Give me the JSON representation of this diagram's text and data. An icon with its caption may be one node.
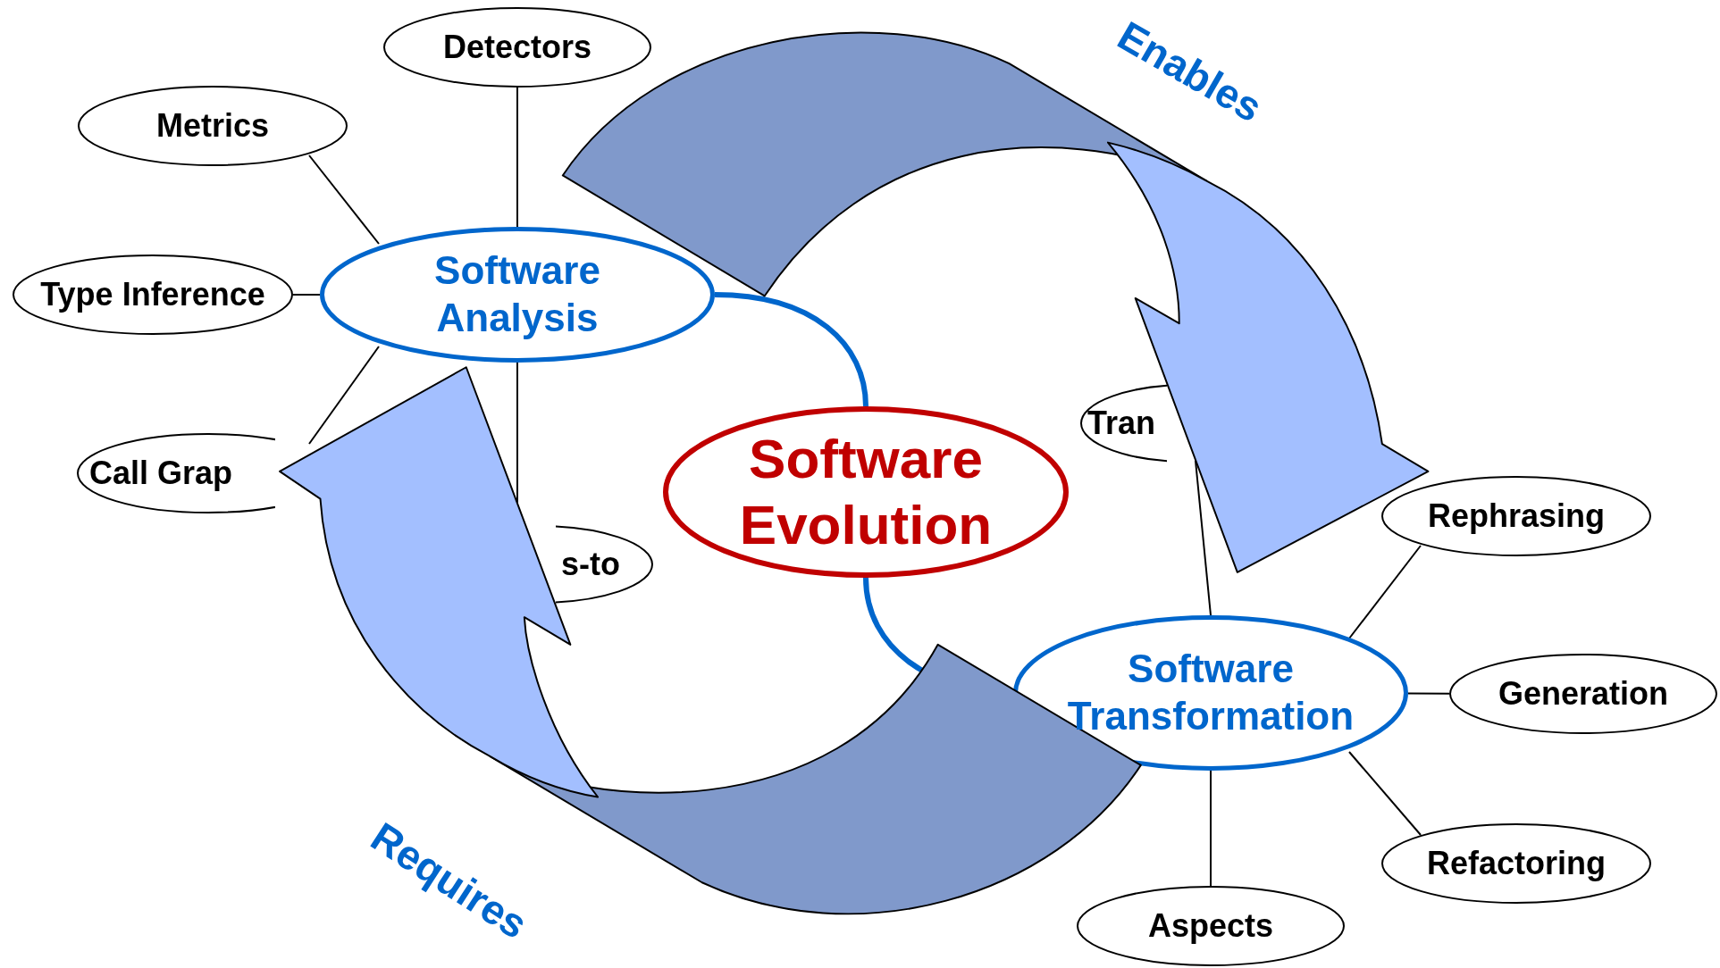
{
  "diagram": {
    "nodes": [
      {
        "text": [
          "Detectors"
        ]
      },
      {
        "text": [
          "Metrics"
        ]
      },
      {
        "text": [
          "Software Analysis"
        ]
      },
      {
        "text": [
          "Type Inference"
        ]
      },
      {
        "text": [
          "Call Grap"
        ]
      },
      {
        "text": [
          "s-to"
        ]
      },
      {
        "text": [
          "Software Evolution"
        ]
      },
      {
        "text": [
          "Tran"
        ]
      },
      {
        "text": [
          "Rephrasing"
        ]
      },
      {
        "text": [
          "Software Transformation"
        ]
      },
      {
        "text": [
          "Generation"
        ]
      },
      {
        "text": [
          "Refactoring"
        ]
      },
      {
        "text": [
          "Aspects"
        ]
      }
    ],
    "edges": [
      {
        "from": 2,
        "to": 0,
        "arrow": "none"
      },
      {
        "from": 2,
        "to": 1,
        "arrow": "none"
      },
      {
        "from": 2,
        "to": 3,
        "arrow": "none"
      },
      {
        "from": 2,
        "to": 4,
        "arrow": "none"
      },
      {
        "from": 2,
        "to": 5,
        "arrow": "none"
      },
      {
        "from": 2,
        "to": 6,
        "arrow": "none",
        "style": "thick",
        "color": "#0066cc"
      },
      {
        "from": 6,
        "to": 9,
        "arrow": "none",
        "style": "thick",
        "color": "#0066cc"
      },
      {
        "from": 9,
        "to": 7,
        "arrow": "none"
      },
      {
        "from": 9,
        "to": 8,
        "arrow": "none"
      },
      {
        "from": 9,
        "to": 10,
        "arrow": "none"
      },
      {
        "from": 9,
        "to": 11,
        "arrow": "none"
      },
      {
        "from": 9,
        "to": 12,
        "arrow": "none"
      }
    ],
    "labels": [
      "Enables",
      "Requires"
    ]
  }
}
